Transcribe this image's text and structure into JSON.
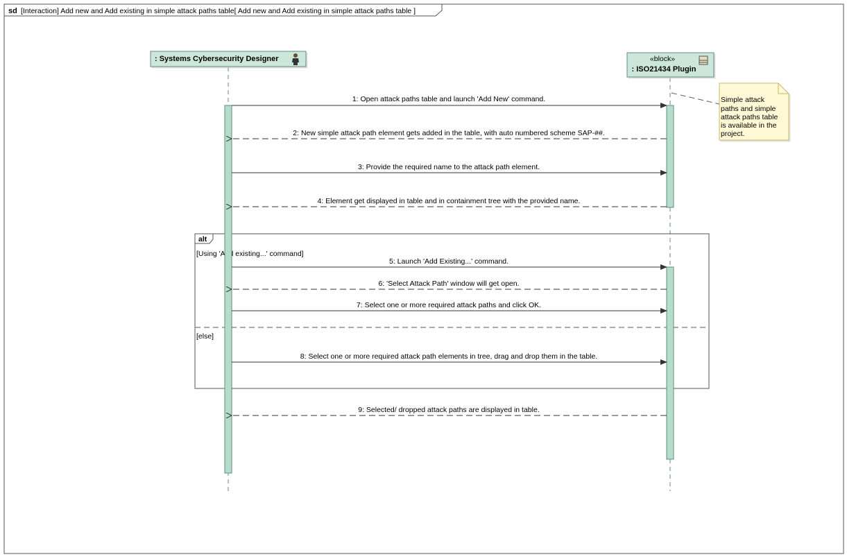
{
  "frame": {
    "keyword": "sd",
    "title": "[Interaction] Add new and Add existing in simple attack paths table[ Add new and Add existing in simple attack paths table ]"
  },
  "lifelines": {
    "designer": {
      "name": ": Systems Cybersecurity Designer",
      "icon": "actor-icon"
    },
    "plugin": {
      "stereotype": "«block»",
      "name": ": ISO21434 Plugin",
      "icon": "block-icon"
    }
  },
  "note": {
    "lines": [
      "Simple attack",
      "paths and simple",
      "attack paths table",
      "is available in the",
      "project."
    ]
  },
  "messages": [
    {
      "text": "1:  Open attack paths table and launch 'Add New' command.",
      "kind": "sync"
    },
    {
      "text": "2:  New simple attack path element gets added in the table, with auto numbered scheme SAP-##.",
      "kind": "return"
    },
    {
      "text": "3:  Provide the required name to the attack path element.",
      "kind": "sync"
    },
    {
      "text": "4:  Element get displayed in table and in containment tree with the provided name.",
      "kind": "return"
    },
    {
      "text": "5:  Launch 'Add Existing...' command.",
      "kind": "sync"
    },
    {
      "text": "6:  'Select Attack Path' window will get open.",
      "kind": "return"
    },
    {
      "text": "7:  Select one or more required attack paths and click OK.",
      "kind": "sync"
    },
    {
      "text": "8:  Select one or more required attack path elements in tree, drag and drop them in the table.",
      "kind": "sync"
    },
    {
      "text": "9:  Selected/ dropped attack paths are displayed in table.",
      "kind": "return"
    }
  ],
  "fragment": {
    "operator": "alt",
    "guards": [
      "[Using 'Add existing...' command]",
      "[else]"
    ]
  },
  "colors": {
    "lifeline_fill": "#cde6dc",
    "lifeline_border": "#5e8c7c",
    "activation_fill": "#b7dccc",
    "note_fill": "#fff9d6",
    "note_border": "#c9b76a"
  }
}
